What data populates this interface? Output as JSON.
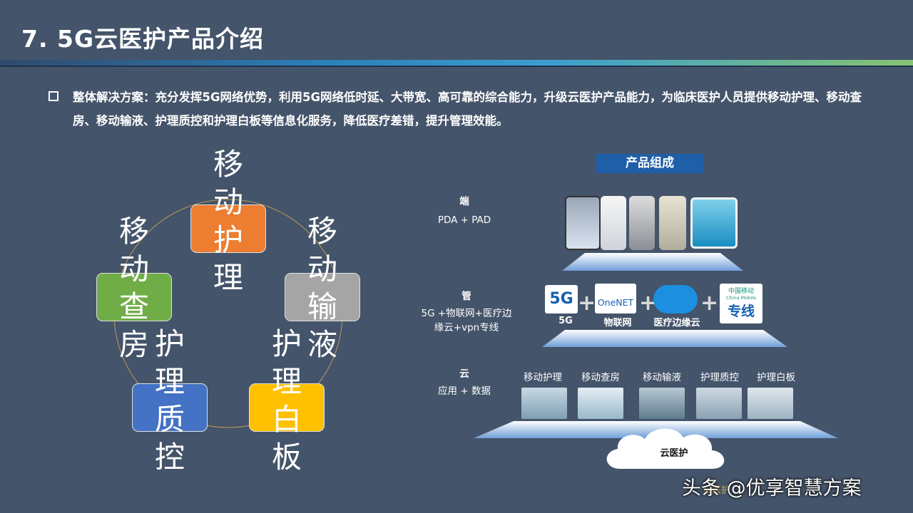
{
  "title": "7. 5G云医护产品介绍",
  "intro": "整体解决方案：充分发挥5G网络优势，利用5G网络低时延、大带宽、高可靠的综合能力，升级云医护产品能力，为临床医护人员提供移动护理、移动查房、移动输液、护理质控和护理白板等信息化服务，降低医疗差错，提升管理效能。",
  "cycle": [
    {
      "label": "移动护理",
      "color": "#ed7d31"
    },
    {
      "label": "移动输液",
      "color": "#a5a5a5"
    },
    {
      "label": "护理白板",
      "color": "#ffc000"
    },
    {
      "label": "护理质控",
      "color": "#4472c4"
    },
    {
      "label": "移动查房",
      "color": "#70ad47"
    }
  ],
  "diagram": {
    "title": "产品组成",
    "layers": [
      {
        "heading": "端",
        "text": "PDA + PAD"
      },
      {
        "heading": "管",
        "text": "5G +物联网+医疗边缘云+vpn专线"
      },
      {
        "heading": "云",
        "text": "应用 + 数据"
      }
    ],
    "network": {
      "items": [
        "5G",
        "物联网",
        "医疗边缘云"
      ],
      "logo_5g": "5G",
      "logo_onenet": "OneNET",
      "logo_cm_top": "中国移动",
      "logo_cm_sub": "China Mobile",
      "logo_zx": "专线"
    },
    "apps": [
      "移动护理",
      "移动查房",
      "移动输液",
      "护理质控",
      "护理白板"
    ],
    "cloud": "云医护"
  },
  "watermark": "头条 @优享智慧方案",
  "watermark_sub": "云医护"
}
